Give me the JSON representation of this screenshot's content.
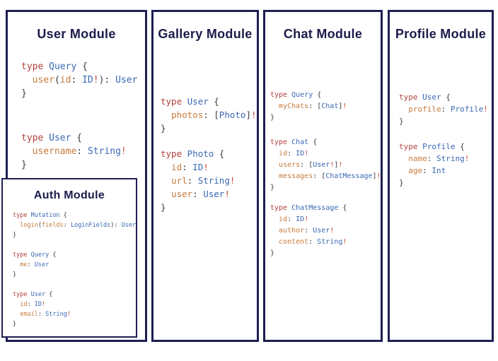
{
  "colors": {
    "background": "#ffffff",
    "border": "#1e1e52",
    "title": "#1b1b4b",
    "tokens": {
      "kw": "#b2403c",
      "ty": "#3a68b4",
      "fd": "#c87b3c",
      "bang": "#c54a35",
      "pu": "#3d3d3d"
    }
  },
  "panels": {
    "user": {
      "title": "User Module",
      "code": {
        "b1": [
          [
            [
              "kw",
              "type"
            ],
            [
              "pu",
              " "
            ],
            [
              "ty",
              "Query"
            ],
            [
              "pu",
              " {"
            ]
          ],
          [
            [
              "pu",
              "  "
            ],
            [
              "fd",
              "user"
            ],
            [
              "pu",
              "("
            ],
            [
              "fd",
              "id"
            ],
            [
              "pu",
              ": "
            ],
            [
              "ty",
              "ID"
            ],
            [
              "bang",
              "!"
            ],
            [
              "pu",
              "): "
            ],
            [
              "ty",
              "User"
            ]
          ],
          [
            [
              "pu",
              "}"
            ]
          ]
        ],
        "b2": [
          [
            [
              "kw",
              "type"
            ],
            [
              "pu",
              " "
            ],
            [
              "ty",
              "User"
            ],
            [
              "pu",
              " {"
            ]
          ],
          [
            [
              "pu",
              "  "
            ],
            [
              "fd",
              "username"
            ],
            [
              "pu",
              ": "
            ],
            [
              "ty",
              "String"
            ],
            [
              "bang",
              "!"
            ]
          ],
          [
            [
              "pu",
              "}"
            ]
          ]
        ]
      }
    },
    "auth": {
      "title": "Auth Module",
      "code": {
        "b1": [
          [
            [
              "kw",
              "type"
            ],
            [
              "pu",
              " "
            ],
            [
              "ty",
              "Mutation"
            ],
            [
              "pu",
              " {"
            ]
          ],
          [
            [
              "pu",
              "  "
            ],
            [
              "fd",
              "login"
            ],
            [
              "pu",
              "("
            ],
            [
              "fd",
              "fields"
            ],
            [
              "pu",
              ": "
            ],
            [
              "ty",
              "LoginFields"
            ],
            [
              "pu",
              "): "
            ],
            [
              "ty",
              "User"
            ]
          ],
          [
            [
              "pu",
              "}"
            ]
          ],
          [],
          [
            [
              "kw",
              "type"
            ],
            [
              "pu",
              " "
            ],
            [
              "ty",
              "Query"
            ],
            [
              "pu",
              " {"
            ]
          ],
          [
            [
              "pu",
              "  "
            ],
            [
              "fd",
              "me"
            ],
            [
              "pu",
              ": "
            ],
            [
              "ty",
              "User"
            ]
          ],
          [
            [
              "pu",
              "}"
            ]
          ],
          [],
          [
            [
              "kw",
              "type"
            ],
            [
              "pu",
              " "
            ],
            [
              "ty",
              "User"
            ],
            [
              "pu",
              " {"
            ]
          ],
          [
            [
              "pu",
              "  "
            ],
            [
              "fd",
              "id"
            ],
            [
              "pu",
              ": "
            ],
            [
              "ty",
              "ID"
            ],
            [
              "bang",
              "!"
            ]
          ],
          [
            [
              "pu",
              "  "
            ],
            [
              "fd",
              "email"
            ],
            [
              "pu",
              ": "
            ],
            [
              "ty",
              "String"
            ],
            [
              "bang",
              "!"
            ]
          ],
          [
            [
              "pu",
              "}"
            ]
          ]
        ]
      }
    },
    "gallery": {
      "title": "Gallery Module",
      "code": {
        "b1": [
          [
            [
              "kw",
              "type"
            ],
            [
              "pu",
              " "
            ],
            [
              "ty",
              "User"
            ],
            [
              "pu",
              " {"
            ]
          ],
          [
            [
              "pu",
              "  "
            ],
            [
              "fd",
              "photos"
            ],
            [
              "pu",
              ": ["
            ],
            [
              "ty",
              "Photo"
            ],
            [
              "pu",
              "]"
            ],
            [
              "bang",
              "!"
            ]
          ],
          [
            [
              "pu",
              "}"
            ]
          ]
        ],
        "b2": [
          [
            [
              "kw",
              "type"
            ],
            [
              "pu",
              " "
            ],
            [
              "ty",
              "Photo"
            ],
            [
              "pu",
              " {"
            ]
          ],
          [
            [
              "pu",
              "  "
            ],
            [
              "fd",
              "id"
            ],
            [
              "pu",
              ": "
            ],
            [
              "ty",
              "ID"
            ],
            [
              "bang",
              "!"
            ]
          ],
          [
            [
              "pu",
              "  "
            ],
            [
              "fd",
              "url"
            ],
            [
              "pu",
              ": "
            ],
            [
              "ty",
              "String"
            ],
            [
              "bang",
              "!"
            ]
          ],
          [
            [
              "pu",
              "  "
            ],
            [
              "fd",
              "user"
            ],
            [
              "pu",
              ": "
            ],
            [
              "ty",
              "User"
            ],
            [
              "bang",
              "!"
            ]
          ],
          [
            [
              "pu",
              "}"
            ]
          ]
        ]
      }
    },
    "chat": {
      "title": "Chat Module",
      "code": {
        "b1": [
          [
            [
              "kw",
              "type"
            ],
            [
              "pu",
              " "
            ],
            [
              "ty",
              "Query"
            ],
            [
              "pu",
              " {"
            ]
          ],
          [
            [
              "pu",
              "  "
            ],
            [
              "fd",
              "myChats"
            ],
            [
              "pu",
              ": ["
            ],
            [
              "ty",
              "Chat"
            ],
            [
              "pu",
              "]"
            ],
            [
              "bang",
              "!"
            ]
          ],
          [
            [
              "pu",
              "}"
            ]
          ]
        ],
        "b2": [
          [
            [
              "kw",
              "type"
            ],
            [
              "pu",
              " "
            ],
            [
              "ty",
              "Chat"
            ],
            [
              "pu",
              " {"
            ]
          ],
          [
            [
              "pu",
              "  "
            ],
            [
              "fd",
              "id"
            ],
            [
              "pu",
              ": "
            ],
            [
              "ty",
              "ID"
            ],
            [
              "bang",
              "!"
            ]
          ],
          [
            [
              "pu",
              "  "
            ],
            [
              "fd",
              "users"
            ],
            [
              "pu",
              ": ["
            ],
            [
              "ty",
              "User"
            ],
            [
              "bang",
              "!"
            ],
            [
              "pu",
              "]"
            ],
            [
              "bang",
              "!"
            ]
          ],
          [
            [
              "pu",
              "  "
            ],
            [
              "fd",
              "messages"
            ],
            [
              "pu",
              ": ["
            ],
            [
              "ty",
              "ChatMessage"
            ],
            [
              "pu",
              "]"
            ],
            [
              "bang",
              "!"
            ]
          ],
          [
            [
              "pu",
              "}"
            ]
          ]
        ],
        "b3": [
          [
            [
              "kw",
              "type"
            ],
            [
              "pu",
              " "
            ],
            [
              "ty",
              "ChatMessage"
            ],
            [
              "pu",
              " {"
            ]
          ],
          [
            [
              "pu",
              "  "
            ],
            [
              "fd",
              "id"
            ],
            [
              "pu",
              ": "
            ],
            [
              "ty",
              "ID"
            ],
            [
              "bang",
              "!"
            ]
          ],
          [
            [
              "pu",
              "  "
            ],
            [
              "fd",
              "author"
            ],
            [
              "pu",
              ": "
            ],
            [
              "ty",
              "User"
            ],
            [
              "bang",
              "!"
            ]
          ],
          [
            [
              "pu",
              "  "
            ],
            [
              "fd",
              "content"
            ],
            [
              "pu",
              ": "
            ],
            [
              "ty",
              "String"
            ],
            [
              "bang",
              "!"
            ]
          ],
          [
            [
              "pu",
              "}"
            ]
          ]
        ]
      }
    },
    "profile": {
      "title": "Profile Module",
      "code": {
        "b1": [
          [
            [
              "kw",
              "type"
            ],
            [
              "pu",
              " "
            ],
            [
              "ty",
              "User"
            ],
            [
              "pu",
              " {"
            ]
          ],
          [
            [
              "pu",
              "  "
            ],
            [
              "fd",
              "profile"
            ],
            [
              "pu",
              ": "
            ],
            [
              "ty",
              "Profile"
            ],
            [
              "bang",
              "!"
            ]
          ],
          [
            [
              "pu",
              "}"
            ]
          ]
        ],
        "b2": [
          [
            [
              "kw",
              "type"
            ],
            [
              "pu",
              " "
            ],
            [
              "ty",
              "Profile"
            ],
            [
              "pu",
              " {"
            ]
          ],
          [
            [
              "pu",
              "  "
            ],
            [
              "fd",
              "name"
            ],
            [
              "pu",
              ": "
            ],
            [
              "ty",
              "String"
            ],
            [
              "bang",
              "!"
            ]
          ],
          [
            [
              "pu",
              "  "
            ],
            [
              "fd",
              "age"
            ],
            [
              "pu",
              ": "
            ],
            [
              "ty",
              "Int"
            ]
          ],
          [
            [
              "pu",
              "}"
            ]
          ]
        ]
      }
    }
  }
}
